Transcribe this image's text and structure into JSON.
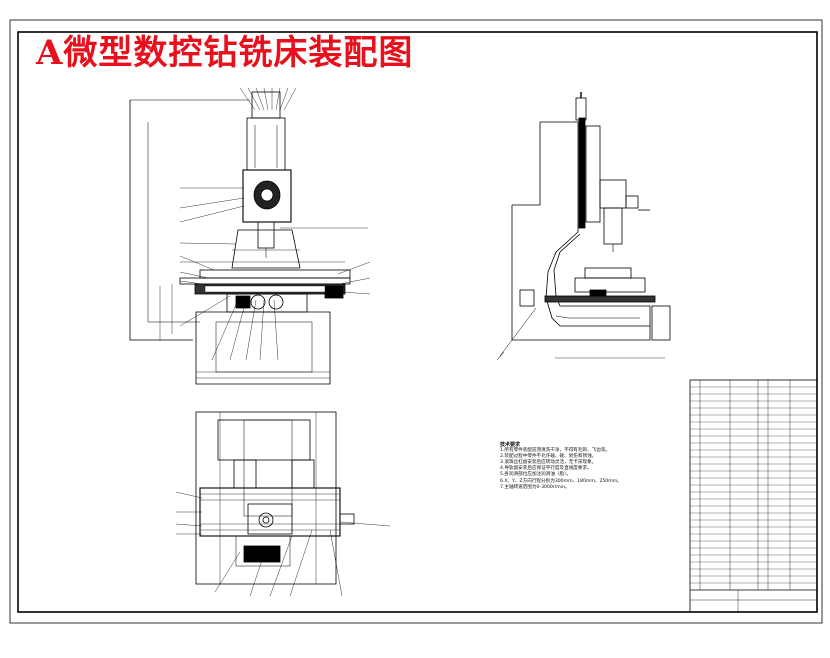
{
  "title": "A微型数控钻铣床装配图",
  "technical_notes": {
    "heading": "技术要求",
    "lines": [
      "1.所有零件装配前须清洗干净，不得有毛刺、飞边等。",
      "2.装配过程中零件不允许磕、碰、划伤和锈蚀。",
      "3.滚珠丝杠副安装后应转动灵活，无卡滞现象。",
      "4.导轨副安装后应保证平行度及直线度要求。",
      "5.各润滑部位应加注润滑油（脂）。",
      "6.X、Y、Z方向行程分别为300mm、180mm、250mm。",
      "7.主轴转速范围为0-3000r/min。"
    ]
  }
}
